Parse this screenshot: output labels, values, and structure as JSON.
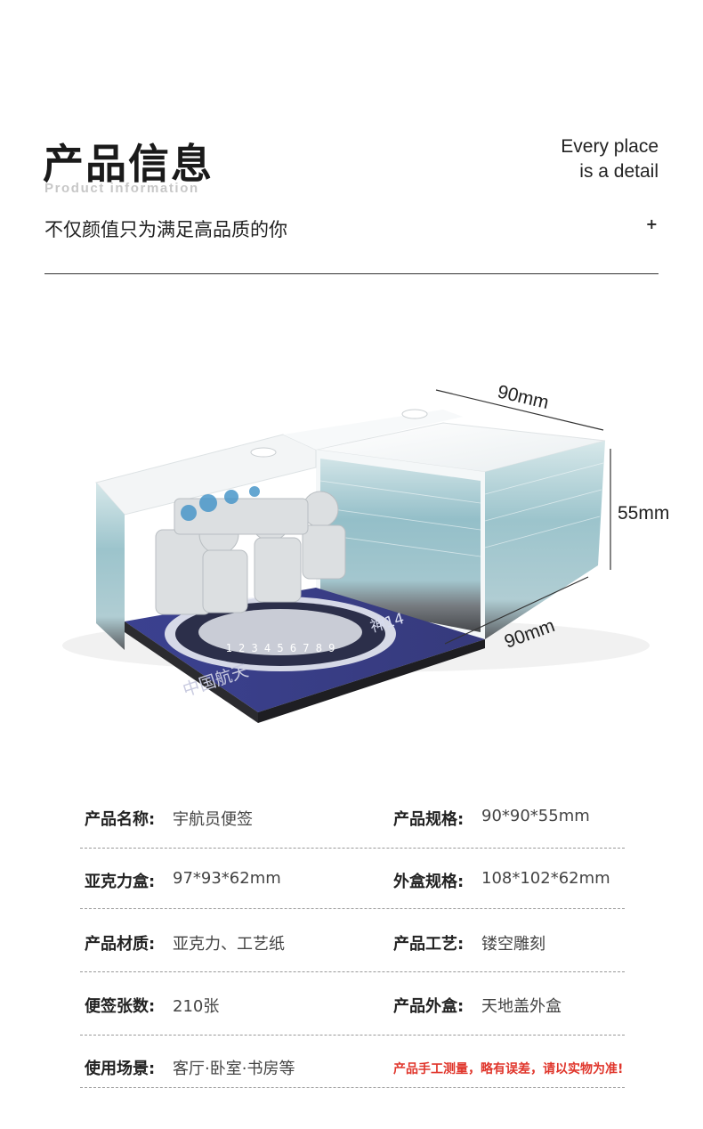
{
  "header": {
    "title_cn": "产品信息",
    "title_en": "Product information",
    "tagline_line1": "Every place",
    "tagline_line2": "is a detail",
    "subtitle": "不仅颜值只为满足高品质的你",
    "plus": "+"
  },
  "product_image": {
    "dim_top": "90mm",
    "dim_right": "55mm",
    "dim_bottom": "90mm",
    "base_text": "中国航天",
    "base_badge": "神14",
    "dial_numbers": "1 2 3 4 5 6 7 8 9"
  },
  "specs": [
    {
      "label": "产品名称:",
      "value": "宇航员便签",
      "label2": "产品规格:",
      "value2": "90*90*55mm"
    },
    {
      "label": "亚克力盒:",
      "value": "97*93*62mm",
      "label2": "外盒规格:",
      "value2": "108*102*62mm"
    },
    {
      "label": "产品材质:",
      "value": "亚克力、工艺纸",
      "label2": "产品工艺:",
      "value2": "镂空雕刻"
    },
    {
      "label": "便签张数:",
      "value": "210张",
      "label2": "产品外盒:",
      "value2": "天地盖外盒"
    },
    {
      "label": "使用场景:",
      "value": "客厅·卧室·书房等",
      "note": "产品手工测量，略有误差，请以实物为准!"
    }
  ],
  "colors": {
    "note_red": "#e0362c",
    "paper_blue": "#8fbcc6",
    "base_navy": "#3a3f86"
  }
}
